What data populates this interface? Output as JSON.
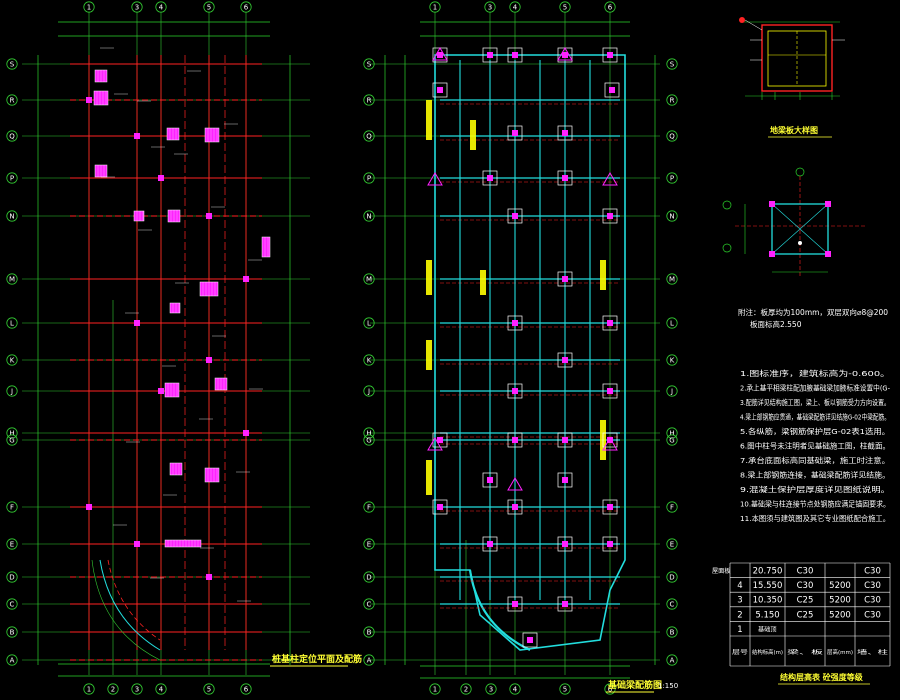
{
  "colors": {
    "background": "#000000",
    "axis": "#33cc33",
    "dim": "#2bd42b",
    "beam": "#ff2222",
    "wall": "#22dddd",
    "column": "#ff22ff",
    "hatch": "#ffff00",
    "text": "#ffffff",
    "title": "#ffff33"
  },
  "plan_left": {
    "title": "桩基柱定位平面及配筋",
    "axis_top": [
      "1",
      "3",
      "4",
      "5",
      "6"
    ],
    "axis_rows": [
      "S",
      "R",
      "Q",
      "P",
      "N",
      "M",
      "L",
      "K",
      "J",
      "H",
      "G",
      "F",
      "E",
      "D",
      "C",
      "B",
      "A"
    ],
    "axis_bottom": [
      "1",
      "2",
      "3",
      "4",
      "5",
      "6"
    ]
  },
  "plan_mid": {
    "title": "基础梁配筋图",
    "scale": "1:150",
    "axis_top": [
      "1",
      "3",
      "4",
      "5",
      "6"
    ],
    "axis_rows": [
      "S",
      "R",
      "Q",
      "P",
      "N",
      "M",
      "L",
      "K",
      "J",
      "H",
      "G",
      "F",
      "E",
      "D",
      "C",
      "B",
      "A"
    ],
    "axis_bottom": [
      "1",
      "2",
      "3",
      "4",
      "5",
      "6"
    ]
  },
  "detail_top": {
    "title": "地梁板大样图"
  },
  "detail_mid": {
    "note_line1": "附注：板厚均为100mm，双层双向⌀8@200",
    "note_line2": "板面标高2.550"
  },
  "notes": [
    "1.图标准序，建筑标高为-0.600。",
    "2.承上基平相梁柱配加腋基础梁加腋标准设置中(G-",
    "3.配筋详见结构施工图，梁上、板以钢筋受力方向设置。",
    "4.梁上部钢筋应贯通，基础梁配筋详见结施G-02中梁配筋。",
    "5.各纵筋，梁钢筋保护层G-02表1选用。",
    "6.图中柱号未注明者见基础施工图，柱截面。",
    "7.承台底面标高同基础梁，施工时注意。",
    "8.梁上部钢筋连接，基础梁配筋详见结施。",
    "9.混凝土保护层厚度详见图纸说明。",
    "10.基础梁与柱连接节点处钢筋应满足锚固要求。",
    "11.本图须与建筑图及其它专业图纸配合施工。"
  ],
  "table": {
    "rows": [
      {
        "floor": "",
        "height": "20.750",
        "grade1": "C30",
        "h": "",
        "grade2": "C30"
      },
      {
        "floor": "4",
        "height": "15.550",
        "grade1": "C30",
        "h": "5200",
        "grade2": "C30"
      },
      {
        "floor": "3",
        "height": "10.350",
        "grade1": "C25",
        "h": "5200",
        "grade2": "C30"
      },
      {
        "floor": "2",
        "height": "5.150",
        "grade1": "C25",
        "h": "5200",
        "grade2": "C30"
      },
      {
        "floor": "1",
        "height": "",
        "grade1": "",
        "h": "",
        "grade2": ""
      }
    ],
    "side_label": "屋面板",
    "foot_label": "基础顶",
    "header": [
      "层号",
      "结构标高(m)",
      "梁、板",
      "层高(mm)",
      "墙、柱"
    ],
    "title": "结构层高表  砼强度等级"
  }
}
